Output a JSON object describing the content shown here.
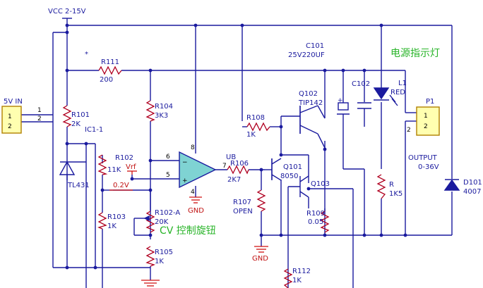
{
  "labels": {
    "vcc": "VCC 2-15V",
    "input_conn": "5V IN",
    "pin1": "1",
    "pin2": "2",
    "r111": "R111",
    "r111_val": "200",
    "star": "*",
    "c101": "C101",
    "c101_val": "25V220UF",
    "title_cn": "电源指示灯",
    "l1": "L1",
    "red": "RED",
    "c102": "C102",
    "q102": "Q102",
    "q102_type": "TIP142",
    "p1": "P1",
    "r101": "R101",
    "r101_val": "2K",
    "ic1": "IC1-1",
    "r104": "R104",
    "r104_val": "3K3",
    "r108": "R108",
    "r108_val": "1K",
    "output": "OUTPUT",
    "output_range": "0-36V",
    "r102": "R102",
    "r102_val": "11K",
    "vrf": "Vrf",
    "opamp_pin6": "6",
    "opamp_pin5": "5",
    "opamp_pin8": "8",
    "opamp_pin4": "4",
    "opamp_pin7": "7",
    "ub": "UB",
    "r106": "R106",
    "r106_val": "2K7",
    "q101": "Q101",
    "q101_type": "8050",
    "tl431": "TL431",
    "v02": "0.2V",
    "r": "R",
    "r_val": "1K5",
    "d101": "D101",
    "d101_val": "4007",
    "q103": "Q103",
    "r107": "R107",
    "r107_val": "OPEN",
    "gnd": "GND",
    "r103": "R103",
    "r103_val": "1K",
    "r102a": "R102-A",
    "r102a_val": "20K",
    "cv_knob": "CV 控制旋钮",
    "r109": "R109",
    "r109_val": "0.05",
    "r105": "R105",
    "r105_val": "1K",
    "r112": "R112",
    "r112_val": "1K"
  }
}
